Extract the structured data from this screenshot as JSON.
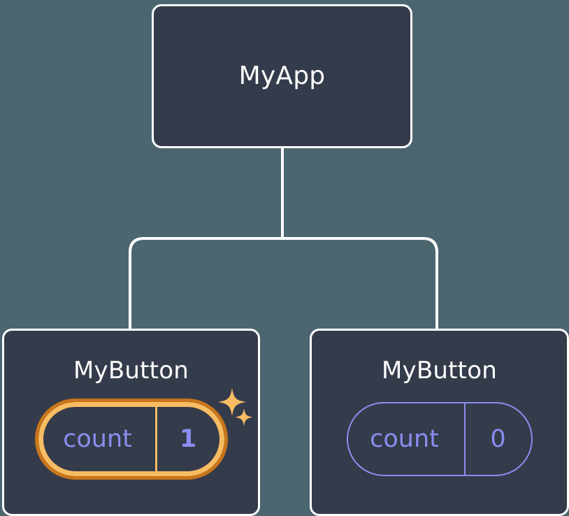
{
  "diagram": {
    "type": "component-tree",
    "background_color": "#4c6670",
    "node_fill_color": "#343b4a",
    "node_border_color": "#ffffff",
    "connector_color": "#ffffff",
    "state_color": "#8b8df0",
    "highlight_color": "#f8bc63",
    "highlight_outer_color": "#c8751b",
    "nodes": [
      {
        "id": "root",
        "title": "MyApp"
      },
      {
        "id": "child-left",
        "title": "MyButton",
        "state": {
          "key": "count",
          "value": "1"
        },
        "highlighted": true,
        "sparkle_icons": [
          "sparkle-large-icon",
          "sparkle-small-icon"
        ]
      },
      {
        "id": "child-right",
        "title": "MyButton",
        "state": {
          "key": "count",
          "value": "0"
        },
        "highlighted": false
      }
    ],
    "edges": [
      {
        "from": "root",
        "to": "child-left"
      },
      {
        "from": "root",
        "to": "child-right"
      }
    ]
  }
}
